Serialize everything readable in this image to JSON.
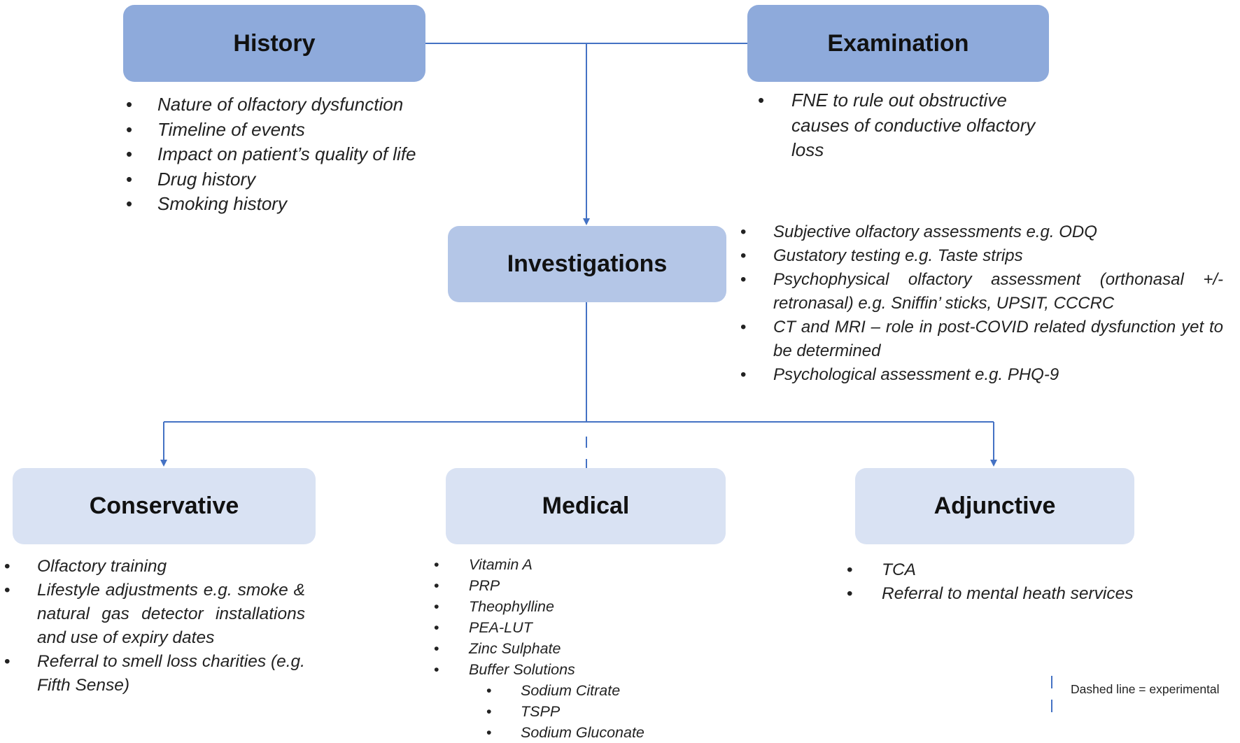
{
  "nodes": {
    "history": "History",
    "examination": "Examination",
    "investigations": "Investigations",
    "conservative": "Conservative",
    "medical": "Medical",
    "adjunctive": "Adjunctive"
  },
  "history_items": [
    "Nature of olfactory dysfunction",
    "Timeline of events",
    "Impact on patient’s quality of life",
    "Drug history",
    "Smoking history"
  ],
  "examination_items": [
    "FNE to rule out obstructive causes of conductive olfactory loss"
  ],
  "investigations_items": [
    "Subjective olfactory assessments e.g. ODQ",
    "Gustatory testing e.g. Taste strips",
    "Psychophysical olfactory assessment (orthonasal +/- retronasal) e.g. Sniffin’ sticks, UPSIT, CCCRC",
    "CT and MRI – role in post-COVID related dysfunction yet to be determined",
    "Psychological assessment e.g. PHQ-9"
  ],
  "conservative_items": [
    "Olfactory training",
    "Lifestyle adjustments e.g. smoke & natural gas detector installations and use of expiry dates",
    "Referral to smell loss charities (e.g. Fifth Sense)"
  ],
  "medical_items": [
    "Vitamin A",
    "PRP",
    "Theophylline",
    "PEA-LUT",
    "Zinc Sulphate",
    "Buffer Solutions"
  ],
  "buffer_solutions_items": [
    "Sodium Citrate",
    "TSPP",
    "Sodium Gluconate"
  ],
  "adjunctive_items": [
    "TCA",
    "Referral to mental heath services"
  ],
  "legend": "Dashed line = experimental",
  "colors": {
    "line": "#4472c4",
    "box_dark": "#8eaadb",
    "box_mid": "#b4c6e7",
    "box_light": "#d9e2f3"
  }
}
